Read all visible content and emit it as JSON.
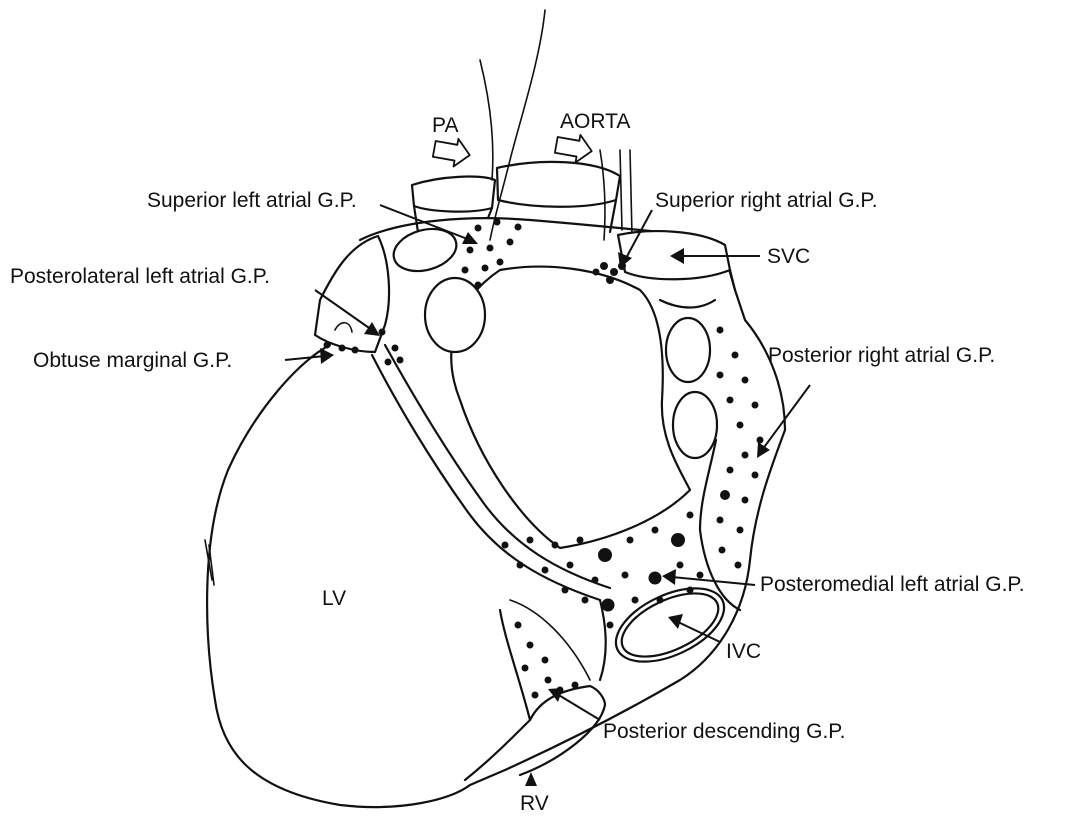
{
  "labels": {
    "pa": "PA",
    "aorta": "AORTA",
    "superior_left_atrial_gp": "Superior left atrial G.P.",
    "superior_right_atrial_gp": "Superior right atrial G.P.",
    "posterolateral_left_atrial_gp": "Posterolateral left atrial G.P.",
    "svc": "SVC",
    "obtuse_marginal_gp": "Obtuse marginal G.P.",
    "posterior_right_atrial_gp": "Posterior right atrial G.P.",
    "lv": "LV",
    "posteromedial_left_atrial_gp": "Posteromedial left atrial G.P.",
    "ivc": "IVC",
    "posterior_descending_gp": "Posterior descending G.P.",
    "rv": "RV"
  }
}
